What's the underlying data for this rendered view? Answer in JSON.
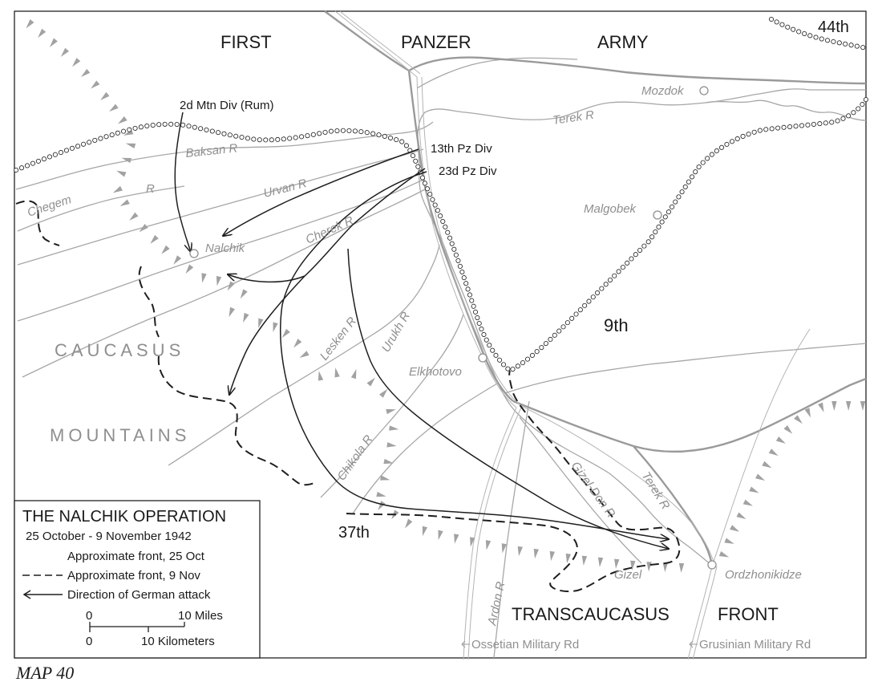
{
  "map": {
    "army_labels": {
      "first": "FIRST",
      "panzer": "PANZER",
      "army": "ARMY",
      "transcaucasus": "TRANSCAUCASUS",
      "front": "FRONT",
      "ninth": "9th",
      "fortyfourth": "44th",
      "thirtyseventh": "37th"
    },
    "unit_labels": {
      "rum_div": "2d Mtn Div (Rum)",
      "pz13": "13th Pz Div",
      "pz23": "23d Pz Div"
    },
    "region_labels": {
      "caucasus": "CAUCASUS",
      "mountains": "MOUNTAINS"
    },
    "places": {
      "mozdok": "Mozdok",
      "malgobek": "Malgobek",
      "nalchik": "Nalchik",
      "elkhotovo": "Elkhotovo",
      "gizel": "Gizel",
      "ordzhonikidze": "Ordzhonikidze"
    },
    "rivers": {
      "terek_north": "Terek  R",
      "baksan": "Baksan  R",
      "urvan": "Urvan  R",
      "chegem": "Chegem",
      "chegem_r": "R",
      "cherek": "Cherek  R",
      "lesken": "Lesken  R",
      "urukh": "Urukh  R",
      "chikola": "Chikola  R",
      "gizel_don": "Gizel-Don  R",
      "terek_south": "Terek  R",
      "ardon": "Ardon  R"
    },
    "roads": {
      "ossetian": "Ossetian Military Rd",
      "grusinian": "Grusinian Military Rd"
    },
    "caption": "MAP 40"
  },
  "legend": {
    "title": "THE NALCHIK OPERATION",
    "dates": "25 October - 9 November 1942",
    "items": [
      "Approximate front, 25 Oct",
      "Approximate front, 9 Nov",
      "Direction of German attack"
    ],
    "scale_miles_zero": "0",
    "scale_miles_label": "10 Miles",
    "scale_km_zero": "0",
    "scale_km_label": "10 Kilometers"
  },
  "colors": {
    "ink": "#1e1e1e",
    "grey_features": "#9a9a9a"
  }
}
